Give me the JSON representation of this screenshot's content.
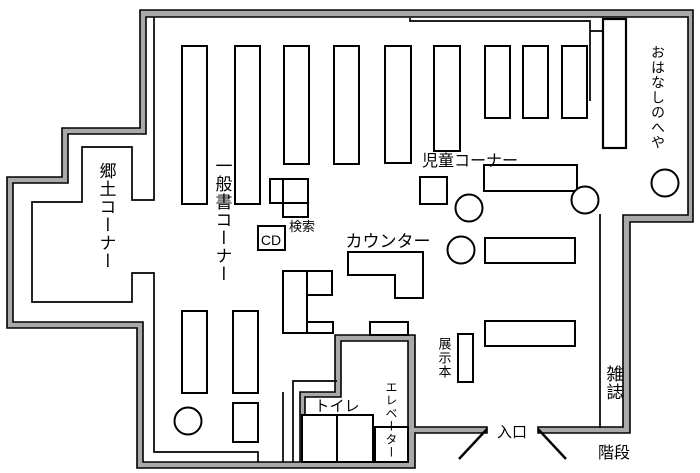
{
  "colors": {
    "wall_fill": "#a9a9a9",
    "line": "#000000",
    "background": "#ffffff"
  },
  "labels": {
    "kyodo_corner": "郷土コーナー",
    "general_books_corner": "一般書コーナー",
    "search": "検索",
    "cd": "CD",
    "counter": "カウンター",
    "children_corner": "児童コーナー",
    "storytelling_room": "おはなしのへや",
    "display_books": "展示本",
    "magazines": "雑誌",
    "toilet": "トイレ",
    "elevator": "エレベーター",
    "entrance": "入口",
    "stairs": "階段"
  }
}
